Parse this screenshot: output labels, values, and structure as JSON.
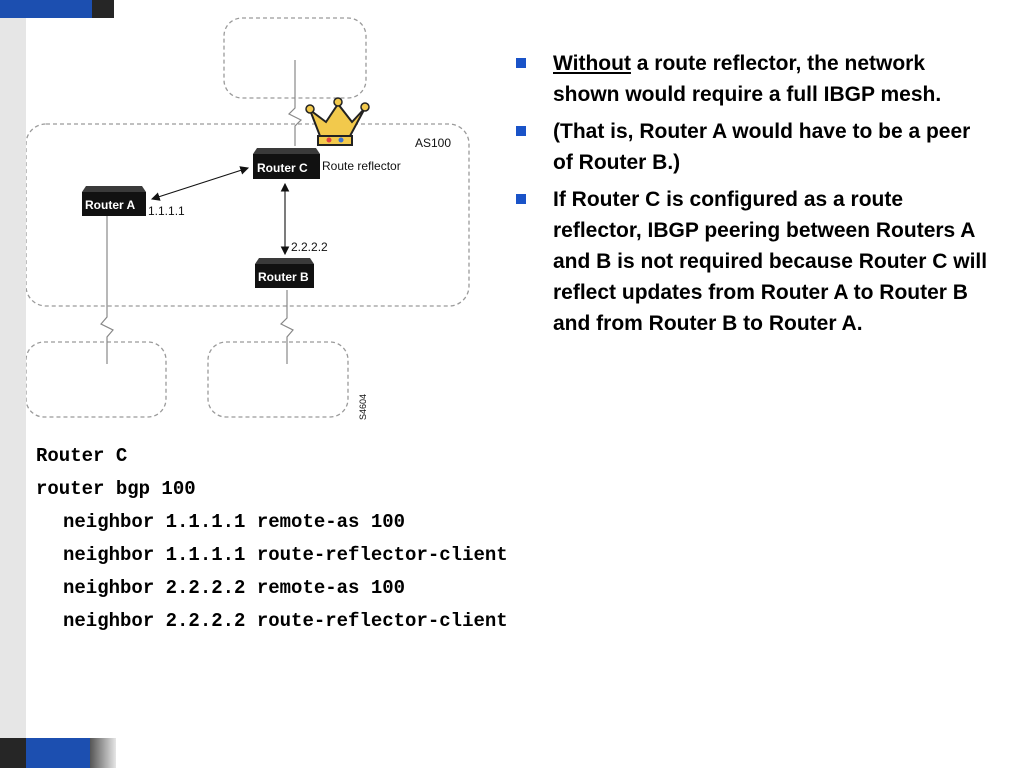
{
  "diagram": {
    "as_label": "AS100",
    "router_c": {
      "label": "Router C",
      "role": "Route reflector"
    },
    "router_a": {
      "label": "Router A",
      "ip": "1.1.1.1"
    },
    "router_b": {
      "label": "Router B",
      "ip": "2.2.2.2"
    },
    "figure_id": "S4604",
    "crown_icon": "crown-icon"
  },
  "bullets": [
    {
      "lead": "Without",
      "text": " a route reflector, the network shown would require a full IBGP mesh."
    },
    {
      "lead": "",
      "text": "(That is, Router A would have to be a peer of Router B.)"
    },
    {
      "lead": "",
      "text": "If Router C is configured as a route reflector, IBGP peering between Routers A and B is not required because Router C will reflect updates from Router A to Router B and from Router B to Router A."
    }
  ],
  "config": {
    "device": "Router C",
    "lines": [
      "router bgp 100",
      "neighbor 1.1.1.1 remote-as 100",
      "neighbor 1.1.1.1 route-reflector-client",
      "neighbor 2.2.2.2 remote-as 100",
      "neighbor 2.2.2.2 route-reflector-client"
    ]
  },
  "colors": {
    "bullet": "#1a53c8",
    "accent_blue": "#1c4fb0",
    "router_body": "#111111"
  }
}
